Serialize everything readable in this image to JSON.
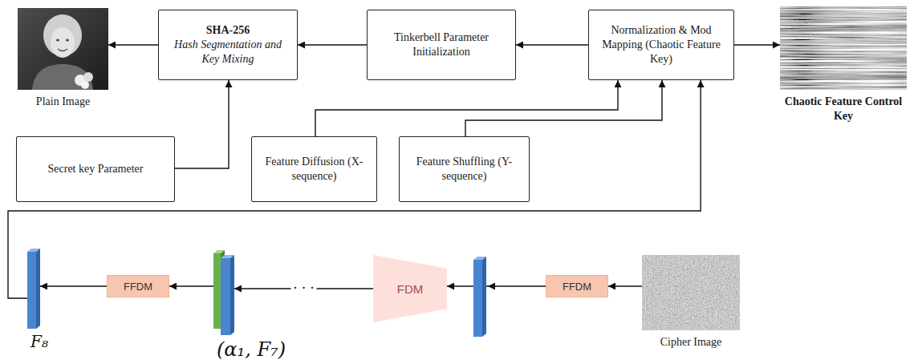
{
  "diagram": {
    "nodes": [
      {
        "text": [
          "Plain Image"
        ]
      },
      {
        "text": [
          "SHA-256",
          "Hash Segmentation and Key Mixing"
        ]
      },
      {
        "text": [
          "Tinkerbell Parameter Initialization"
        ]
      },
      {
        "text": [
          "Normalization & Mod Mapping (Chaotic Feature Key)"
        ]
      },
      {
        "text": [
          "Chaotic Feature Control Key"
        ]
      },
      {
        "text": [
          "Secret key Parameter"
        ]
      },
      {
        "text": [
          "Feature Diffusion (X-sequence)"
        ]
      },
      {
        "text": [
          "Feature Shuffling (Y-sequence)"
        ]
      },
      {
        "text": [
          "F₈"
        ]
      },
      {
        "text": [
          "FFDM"
        ]
      },
      {
        "text": [
          "(α₁, F₇)"
        ]
      },
      {
        "text": [
          "FDM"
        ]
      },
      {
        "text": [
          "FFDM"
        ]
      },
      {
        "text": [
          "Cipher Image"
        ]
      }
    ],
    "edges": [
      {
        "from": 13,
        "to": 12,
        "arrow": "to"
      },
      {
        "from": 12,
        "to": 11,
        "arrow": "to"
      },
      {
        "from": 11,
        "to": 10,
        "arrow": "to",
        "label": "· · ·"
      },
      {
        "from": 10,
        "to": 9,
        "arrow": "to"
      },
      {
        "from": 9,
        "to": 8,
        "arrow": "to"
      },
      {
        "from": 8,
        "to": 3,
        "arrow": "to"
      },
      {
        "from": 7,
        "to": 3,
        "arrow": "to"
      },
      {
        "from": 6,
        "to": 3,
        "arrow": "to"
      },
      {
        "from": 5,
        "to": 1,
        "arrow": "to"
      },
      {
        "from": 3,
        "to": 4,
        "arrow": "to"
      },
      {
        "from": 3,
        "to": 2,
        "arrow": "to"
      },
      {
        "from": 2,
        "to": 1,
        "arrow": "to"
      },
      {
        "from": 1,
        "to": 0,
        "arrow": "to"
      }
    ]
  }
}
